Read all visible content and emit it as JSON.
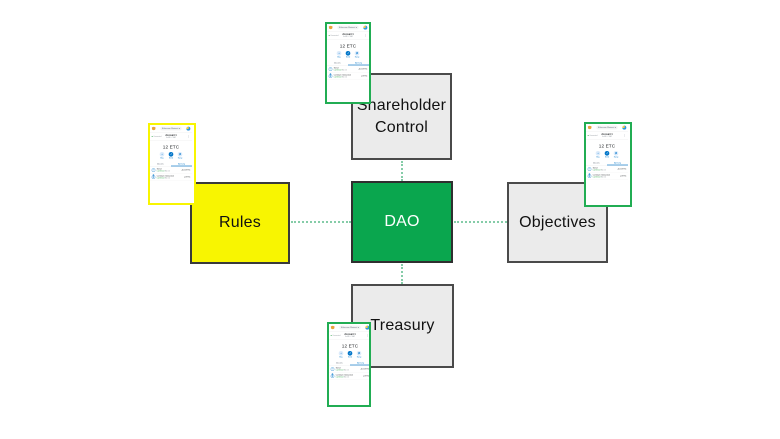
{
  "page": {
    "background": "#ffffff"
  },
  "diagram": {
    "nodes": {
      "dao": {
        "label": "DAO",
        "fill": "#0aa64e",
        "text_color": "#ffffff"
      },
      "rules": {
        "label": "Rules",
        "fill": "#f8f501",
        "text_color": "#111111"
      },
      "shareholder": {
        "label": "Shareholder Control",
        "fill": "#ebebeb",
        "text_color": "#111111"
      },
      "objectives": {
        "label": "Objectives",
        "fill": "#ebebeb",
        "text_color": "#111111"
      },
      "treasury": {
        "label": "Treasury",
        "fill": "#ebebeb",
        "text_color": "#111111"
      }
    },
    "connector_color": "#85cca8",
    "mockup_border_green": "#21ad53",
    "mockup_border_yellow": "#f8f501"
  },
  "wallet": {
    "network": "Ethereum Mainnet",
    "connected_label": "Connected",
    "account_name": "Account 1",
    "account_sub": "0x4f8...C9A2",
    "balance": "12 ETC",
    "actions": [
      "Buy",
      "Send",
      "Swap"
    ],
    "tabs": {
      "assets": "Assets",
      "activity": "Activity"
    },
    "transactions": [
      {
        "title": "Send",
        "status": "Confirmed",
        "date": "Mar 15",
        "amount": "-0.01 ETC"
      },
      {
        "title": "Contract interaction",
        "status": "Confirmed",
        "date": "Mar 14",
        "amount": "-0 ETC"
      }
    ]
  },
  "icons": {
    "chevron_down": "▾",
    "kebab": "⋮",
    "buy": "+",
    "send": "↗",
    "swap": "⇄",
    "tx_send": "↗",
    "tx_contract": "≣"
  }
}
